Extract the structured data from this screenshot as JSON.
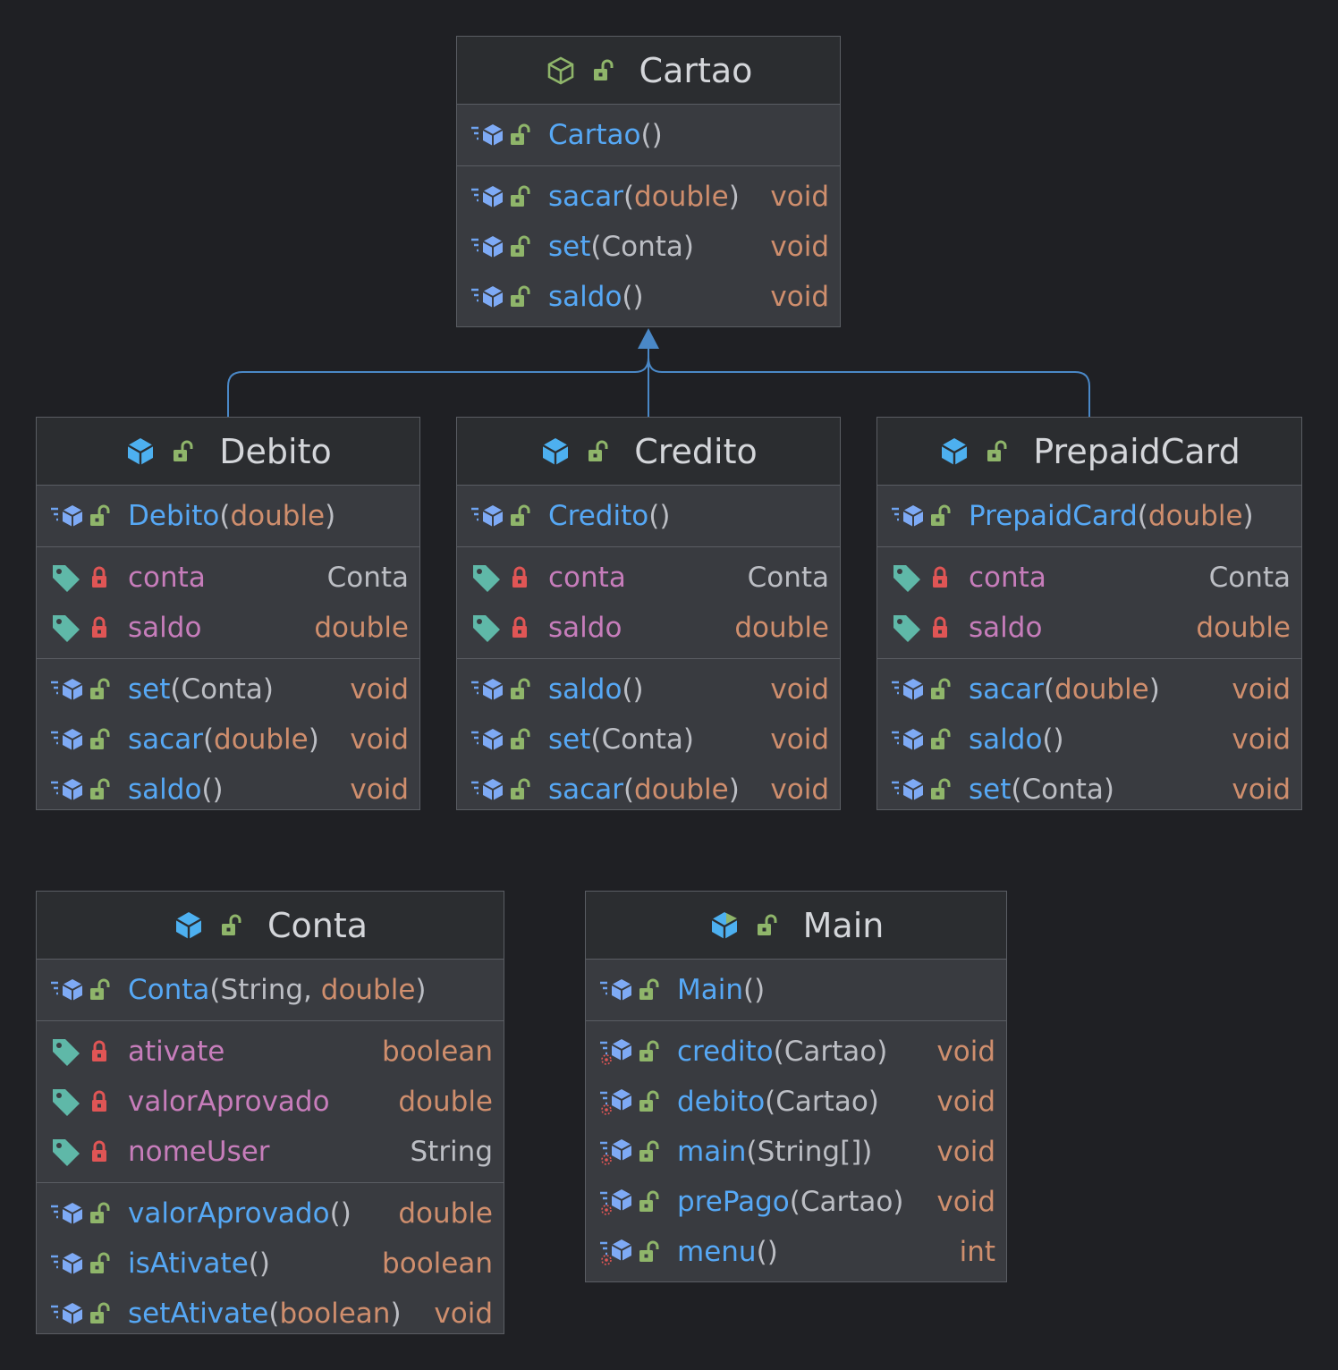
{
  "cartao": {
    "title": "Cartao",
    "ctor": {
      "name": "Cartao",
      "open": "(",
      "close": ")"
    },
    "methods": [
      {
        "name": "sacar",
        "open": "(",
        "param": "double",
        "close": ")",
        "ret": "void"
      },
      {
        "name": "set",
        "open": "(",
        "param": "Conta",
        "close": ")",
        "ret": "void"
      },
      {
        "name": "saldo",
        "open": "(",
        "close": ")",
        "ret": "void"
      }
    ]
  },
  "debito": {
    "title": "Debito",
    "ctor": {
      "name": "Debito",
      "open": "(",
      "param": "double",
      "close": ")"
    },
    "fields": [
      {
        "name": "conta",
        "type": "Conta"
      },
      {
        "name": "saldo",
        "type": "double"
      }
    ],
    "methods": [
      {
        "name": "set",
        "open": "(",
        "param": "Conta",
        "close": ")",
        "ret": "void"
      },
      {
        "name": "sacar",
        "open": "(",
        "param": "double",
        "close": ")",
        "ret": "void"
      },
      {
        "name": "saldo",
        "open": "(",
        "close": ")",
        "ret": "void"
      }
    ]
  },
  "credito": {
    "title": "Credito",
    "ctor": {
      "name": "Credito",
      "open": "(",
      "close": ")"
    },
    "fields": [
      {
        "name": "conta",
        "type": "Conta"
      },
      {
        "name": "saldo",
        "type": "double"
      }
    ],
    "methods": [
      {
        "name": "saldo",
        "open": "(",
        "close": ")",
        "ret": "void"
      },
      {
        "name": "set",
        "open": "(",
        "param": "Conta",
        "close": ")",
        "ret": "void"
      },
      {
        "name": "sacar",
        "open": "(",
        "param": "double",
        "close": ")",
        "ret": "void"
      }
    ]
  },
  "prepaid": {
    "title": "PrepaidCard",
    "ctor": {
      "name": "PrepaidCard",
      "open": "(",
      "param": "double",
      "close": ")"
    },
    "fields": [
      {
        "name": "conta",
        "type": "Conta"
      },
      {
        "name": "saldo",
        "type": "double"
      }
    ],
    "methods": [
      {
        "name": "sacar",
        "open": "(",
        "param": "double",
        "close": ")",
        "ret": "void"
      },
      {
        "name": "saldo",
        "open": "(",
        "close": ")",
        "ret": "void"
      },
      {
        "name": "set",
        "open": "(",
        "param": "Conta",
        "close": ")",
        "ret": "void"
      }
    ]
  },
  "conta": {
    "title": "Conta",
    "ctor": {
      "name": "Conta",
      "open": "(",
      "param1": "String",
      "sep": ", ",
      "param2": "double",
      "close": ")"
    },
    "fields": [
      {
        "name": "ativate",
        "type": "boolean"
      },
      {
        "name": "valorAprovado",
        "type": "double"
      },
      {
        "name": "nomeUser",
        "type": "String"
      }
    ],
    "methods": [
      {
        "name": "valorAprovado",
        "open": "(",
        "close": ")",
        "ret": "double"
      },
      {
        "name": "isAtivate",
        "open": "(",
        "close": ")",
        "ret": "boolean"
      },
      {
        "name": "setAtivate",
        "open": "(",
        "param": "boolean",
        "close": ")",
        "ret": "void"
      }
    ]
  },
  "main": {
    "title": "Main",
    "ctor": {
      "name": "Main",
      "open": "(",
      "close": ")"
    },
    "methods": [
      {
        "name": "credito",
        "open": "(",
        "param": "Cartao",
        "close": ")",
        "ret": "void"
      },
      {
        "name": "debito",
        "open": "(",
        "param": "Cartao",
        "close": ")",
        "ret": "void"
      },
      {
        "name": "main",
        "open": "(",
        "param": "String[]",
        "close": ")",
        "ret": "void"
      },
      {
        "name": "prePago",
        "open": "(",
        "param": "Cartao",
        "close": ")",
        "ret": "void"
      },
      {
        "name": "menu",
        "open": "(",
        "close": ")",
        "ret": "int"
      }
    ]
  },
  "colors": {
    "background": "#1f2024",
    "box": "#393b40",
    "header": "#2b2d30",
    "border": "#5a5d63",
    "method": "#56a8f5",
    "field": "#c77dbb",
    "keyword_type": "#cf8e6d",
    "text": "#bcbec4",
    "public": "#8fb56a",
    "private": "#e05555",
    "field_tag": "#5fb8a8",
    "connector": "#4a88c7"
  },
  "icons": {
    "abstract_class": "abstract-class-icon",
    "class": "class-icon",
    "main_class": "main-class-icon",
    "method": "method-icon",
    "static_method": "static-method-icon",
    "field": "field-icon",
    "public": "public-lock-icon",
    "private": "private-lock-icon",
    "inheritance": "inheritance-arrow-icon"
  }
}
